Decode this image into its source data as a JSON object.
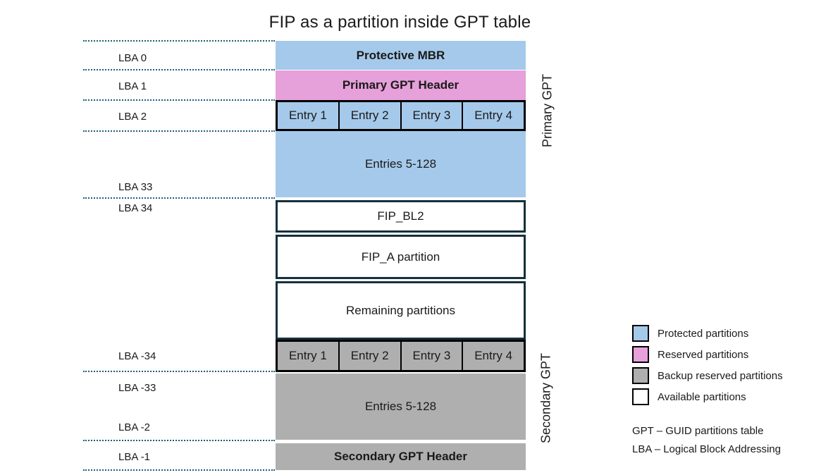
{
  "title": "FIP as a partition inside GPT table",
  "colors": {
    "protected": "#a5c9ea",
    "reserved": "#e6a0da",
    "backup": "#afafaf",
    "available": "#ffffff",
    "dotted_line": "#1e5c78",
    "box_border": "#15303c"
  },
  "lba_labels": [
    "LBA 0",
    "LBA 1",
    "LBA 2",
    "LBA 33",
    "LBA 34",
    "LBA -34",
    "LBA -33",
    "LBA -2",
    "LBA -1"
  ],
  "diagram": {
    "blocks": [
      {
        "label": "Protective MBR",
        "bg": "#a5c9ea"
      },
      {
        "label": "Primary GPT Header",
        "bg": "#e6a0da"
      },
      {
        "label": "Entries 5-128",
        "bg": "#a5c9ea"
      },
      {
        "label": "FIP_BL2",
        "bg": "#ffffff"
      },
      {
        "label": "FIP_A partition",
        "bg": "#ffffff"
      },
      {
        "label": "Remaining partitions",
        "bg": "#ffffff"
      },
      {
        "label": "Entries 5-128",
        "bg": "#afafaf"
      },
      {
        "label": "Secondary GPT Header",
        "bg": "#afafaf"
      }
    ],
    "primary_entries": [
      "Entry 1",
      "Entry 2",
      "Entry 3",
      "Entry 4"
    ],
    "secondary_entries": [
      "Entry 1",
      "Entry 2",
      "Entry 3",
      "Entry 4"
    ],
    "primary_entry_bg": "#a5c9ea",
    "secondary_entry_bg": "#afafaf"
  },
  "side_labels": {
    "primary": "Primary GPT",
    "secondary": "Secondary GPT"
  },
  "legend": {
    "items": [
      {
        "label": "Protected partitions",
        "color": "#a5c9ea"
      },
      {
        "label": "Reserved partitions",
        "color": "#e6a0da"
      },
      {
        "label": "Backup reserved partitions",
        "color": "#afafaf"
      },
      {
        "label": "Available partitions",
        "color": "#ffffff"
      }
    ],
    "notes": [
      "GPT – GUID partitions table",
      "LBA – Logical Block Addressing"
    ]
  }
}
